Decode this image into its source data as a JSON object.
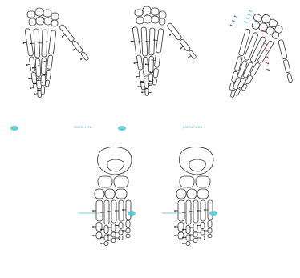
{
  "figure": {
    "panels": [
      {
        "name": "hand-dorsal",
        "caption": "dorsal view",
        "marker_color": "#4cc3cf"
      },
      {
        "name": "hand-palmar",
        "caption": "palmar view",
        "marker_color": "#4cc3cf"
      },
      {
        "name": "hand-oblique",
        "caption": "",
        "marker_color": "#d02a2a"
      },
      {
        "name": "foot-dorsal",
        "caption": "",
        "marker_color": "#4cc3cf"
      },
      {
        "name": "foot-plantar",
        "caption": "",
        "marker_color": "#4cc3cf"
      }
    ],
    "colors": {
      "outline": "#333333",
      "cyan": "#4cc3cf",
      "red": "#d02a2a",
      "blue": "#3a5fc8",
      "marker": "#222222"
    }
  }
}
